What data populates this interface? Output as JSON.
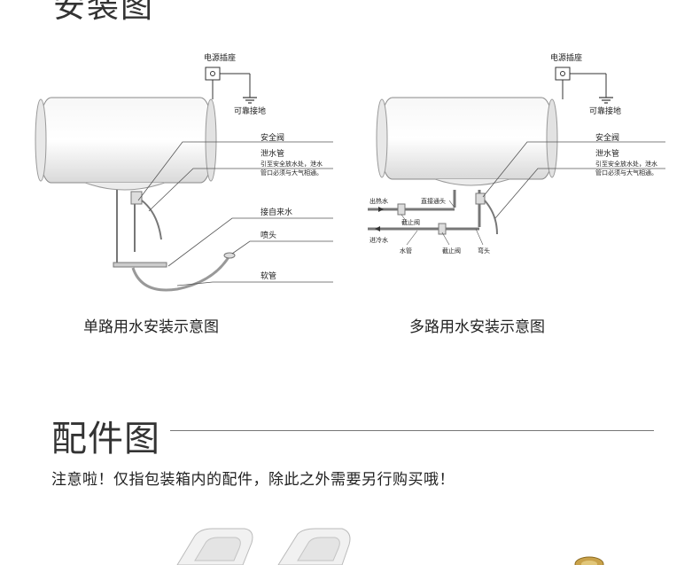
{
  "install_section": {
    "title": "安装图"
  },
  "single_diagram": {
    "caption": "单路用水安装示意图",
    "labels": {
      "power_socket": "电源插座",
      "ground": "可靠接地",
      "safety_valve": "安全阀",
      "drain_pipe": "泄水管",
      "drain_note_1": "引至安全放水处，泄水",
      "drain_note_2": "管口必须与大气相通。",
      "tap_water": "接自来水",
      "shower_head": "喷头",
      "hose": "软管"
    }
  },
  "multi_diagram": {
    "caption": "多路用水安装示意图",
    "labels": {
      "power_socket": "电源插座",
      "ground": "可靠接地",
      "safety_valve": "安全阀",
      "drain_pipe": "泄水管",
      "drain_note_1": "引至安全放水处，泄水",
      "drain_note_2": "管口必须与大气相通。",
      "hot_out": "出热水",
      "direct_joint": "直接通头",
      "stop_valve_1": "截止阀",
      "cold_in": "进冷水",
      "water_pipe": "水管",
      "stop_valve_2": "截止阀",
      "elbow": "弯头"
    }
  },
  "accessories_section": {
    "title": "配件图",
    "notice": "注意啦！仅指包装箱内的配件，除此之外需要另行购买哦！"
  }
}
